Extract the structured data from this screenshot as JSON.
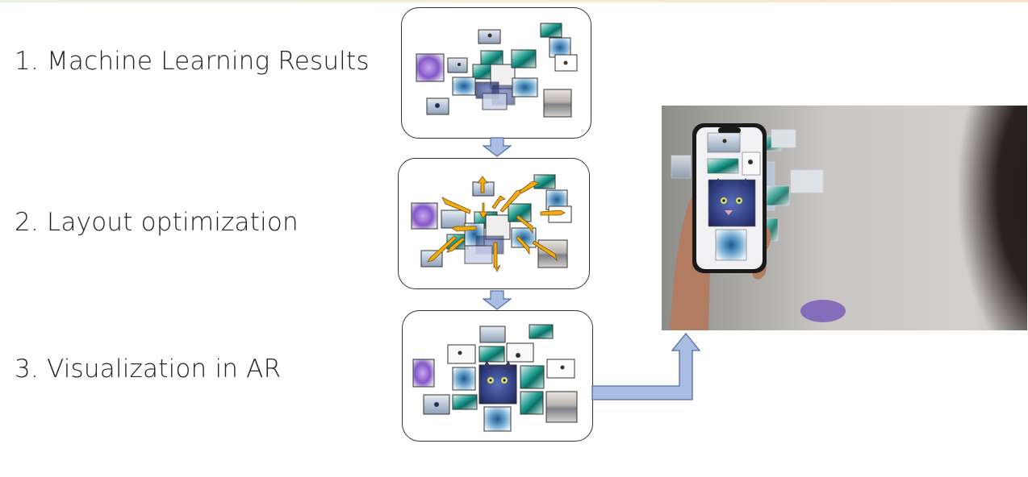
{
  "steps": [
    {
      "number": "1.",
      "label": "Machine Learning Results"
    },
    {
      "number": "2.",
      "label": "Layout optimization"
    },
    {
      "number": "3.",
      "label": "Visualization in AR"
    }
  ],
  "colors": {
    "arrow_fill": "#a9bce2",
    "arrow_stroke": "#4f6fa6",
    "layout_arrow": "#f2ab17",
    "text": "#222222"
  },
  "icons": {
    "panel_thumbnails": [
      "flower-thumbnail",
      "cat-thumbnail",
      "teal-abstract-thumbnail",
      "snow-thumbnail",
      "blue-flower-thumbnail",
      "seascape-thumbnail"
    ],
    "photo": "person-holding-phone-ar-photo"
  }
}
